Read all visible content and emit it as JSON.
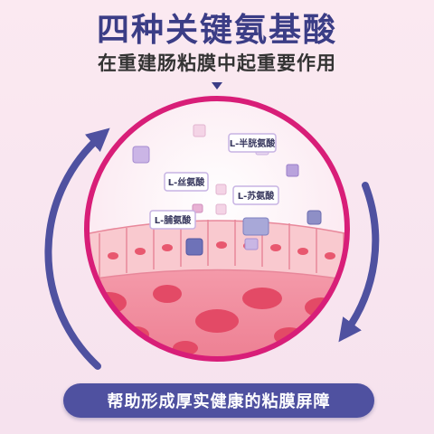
{
  "title": "四种关键氨基酸",
  "subtitle": "在重建肠粘膜中起重要作用",
  "banner": "帮助形成厚实健康的粘膜屏障",
  "amino_acids": [
    {
      "label": "L-半胱氨酸"
    },
    {
      "label": "L-丝氨酸"
    },
    {
      "label": "L-苏氨酸"
    },
    {
      "label": "L-脯氨酸"
    }
  ],
  "colors": {
    "title": "#3b3d86",
    "circle_border": "#d81e78",
    "arrows": "#4f51a0",
    "banner": "#4f51a0",
    "tissue": "#f08a9c",
    "cells": "#f9c9cf"
  }
}
